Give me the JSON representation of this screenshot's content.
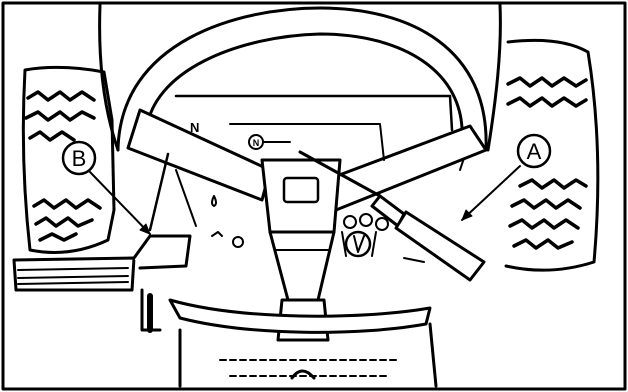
{
  "figure": {
    "callouts": [
      {
        "id": "A",
        "label": "A"
      },
      {
        "id": "B",
        "label": "B"
      }
    ],
    "dash_labels": {
      "neutral_marker": "N",
      "neutral_symbol": "N"
    }
  },
  "colors": {
    "ink": "#000000",
    "paper": "#ffffff"
  }
}
